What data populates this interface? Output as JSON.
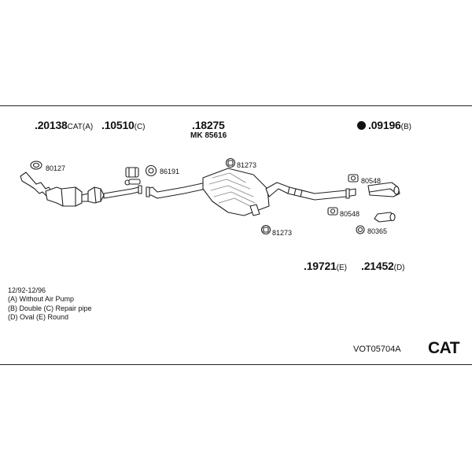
{
  "header_parts": {
    "p1": {
      "number": ".20138",
      "suffix": "CAT(A)"
    },
    "p2": {
      "number": ".10510",
      "suffix": "(C)"
    },
    "p3": {
      "number": ".18275",
      "sub": "MK 85616"
    },
    "p4": {
      "number": ".09196",
      "suffix": "(B)",
      "icon": "filled-circle-icon"
    }
  },
  "footer_parts": {
    "p5": {
      "number": ".19721",
      "suffix": "(E)"
    },
    "p6": {
      "number": ".21452",
      "suffix": "(D)"
    }
  },
  "callouts": {
    "c80127": "80127",
    "c86191": "86191",
    "c81273a": "81273",
    "c81273b": "81273",
    "c80548a": "80548",
    "c80548b": "80548",
    "c80365": "80365"
  },
  "notes": {
    "date_range": "12/92-12/96",
    "a": "(A) Without Air Pump",
    "b": "(B) Double (C) Repair pipe",
    "c": "(D) Oval (E) Round"
  },
  "kit_code": "VOT05704A",
  "kit_type": "CAT",
  "colors": {
    "line": "#222222",
    "fill": "#ffffff",
    "rib": "#888888"
  }
}
